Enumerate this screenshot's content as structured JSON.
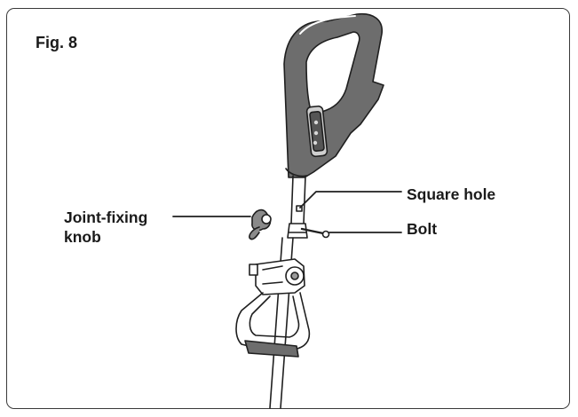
{
  "figure": {
    "label": "Fig. 8"
  },
  "callouts": {
    "joint_fixing_knob": {
      "line1": "Joint-fixing",
      "line2": "knob"
    },
    "square_hole": "Square hole",
    "bolt": "Bolt"
  },
  "colors": {
    "line": "#1f1f1f",
    "handle_fill": "#6d6d6d",
    "frame": "#3a3a3a"
  }
}
